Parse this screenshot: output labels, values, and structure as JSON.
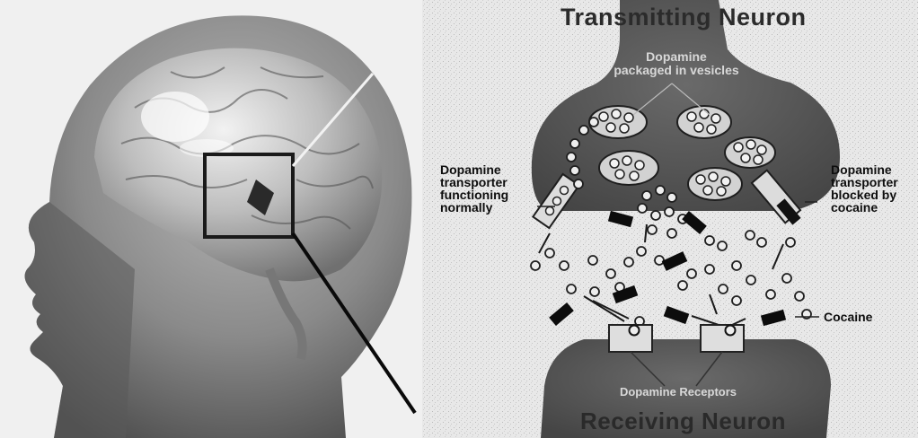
{
  "diagram": {
    "top_title": "Transmitting Neuron",
    "bottom_title": "Receiving Neuron",
    "vesicle_label": "Dopamine\npackaged in vesicles",
    "receptor_label": "Dopamine Receptors",
    "left_transporter_label": "Dopamine\ntransporter\nfunctioning\nnormally",
    "right_transporter_label": "Dopamine\ntransporter\nblocked by\ncocaine",
    "cocaine_label": "Cocaine"
  }
}
